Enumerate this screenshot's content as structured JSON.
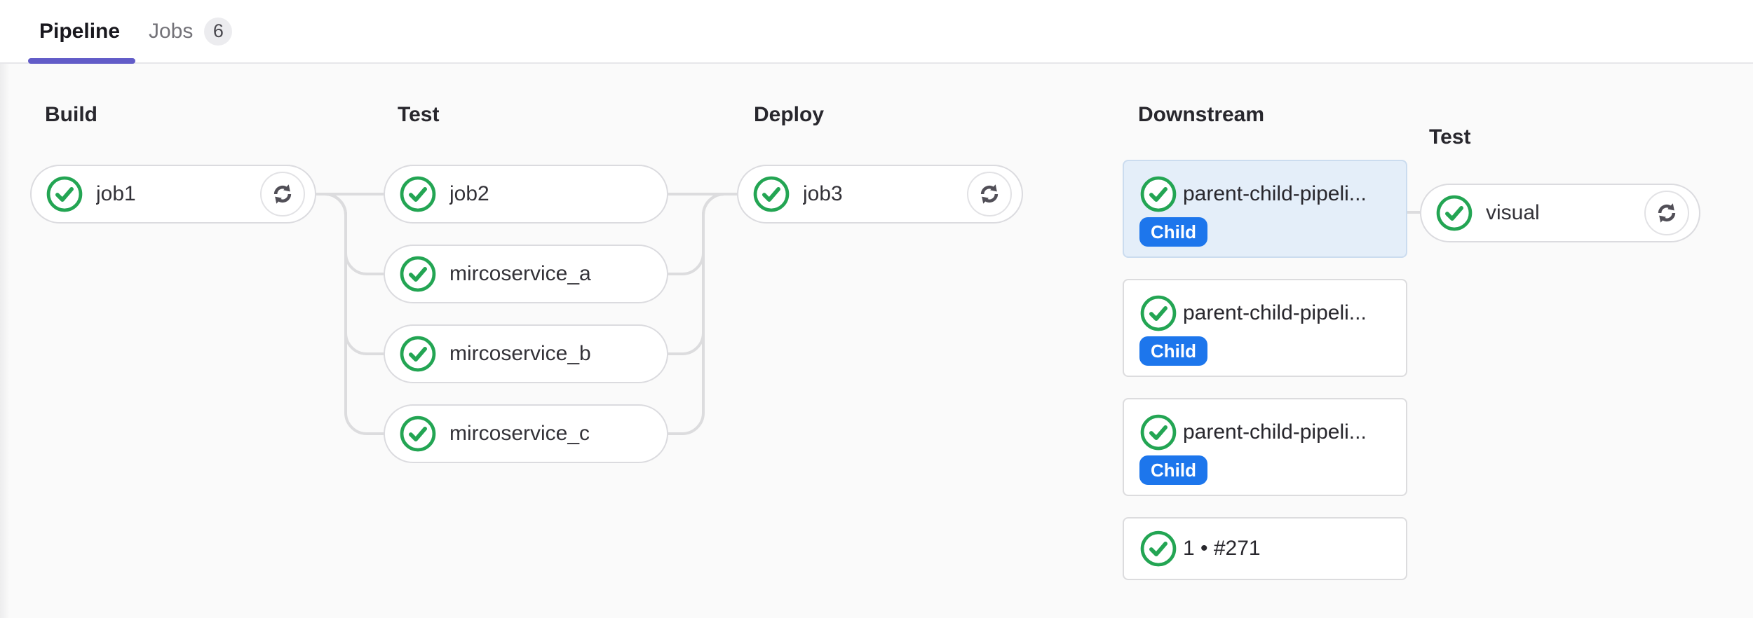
{
  "tabs": {
    "pipeline_label": "Pipeline",
    "jobs_label": "Jobs",
    "jobs_count": "6"
  },
  "pipeline": {
    "stages": [
      {
        "title": "Build",
        "jobs": [
          {
            "name": "job1",
            "status": "success",
            "has_retry": true
          }
        ]
      },
      {
        "title": "Test",
        "jobs": [
          {
            "name": "job2",
            "status": "success"
          },
          {
            "name": "mircoservice_a",
            "status": "success"
          },
          {
            "name": "mircoservice_b",
            "status": "success"
          },
          {
            "name": "mircoservice_c",
            "status": "success"
          }
        ]
      },
      {
        "title": "Deploy",
        "jobs": [
          {
            "name": "job3",
            "status": "success",
            "has_retry": true
          }
        ]
      }
    ]
  },
  "downstream": {
    "title": "Downstream",
    "cards": [
      {
        "name": "parent-child-pipeli...",
        "badge": "Child",
        "status": "success",
        "highlighted": true
      },
      {
        "name": "parent-child-pipeli...",
        "badge": "Child",
        "status": "success"
      },
      {
        "name": "parent-child-pipeli...",
        "badge": "Child",
        "status": "success"
      },
      {
        "name": "1 • #271",
        "status": "success"
      }
    ]
  },
  "child_pipeline": {
    "stage_title": "Test",
    "jobs": [
      {
        "name": "visual",
        "status": "success",
        "has_retry": true
      }
    ]
  },
  "colors": {
    "accent_purple": "#625cc8",
    "success_green": "#23a553",
    "badge_blue": "#1d76ec",
    "link_line": "#dcdcde",
    "highlight_card_bg": "#e4eef9"
  }
}
